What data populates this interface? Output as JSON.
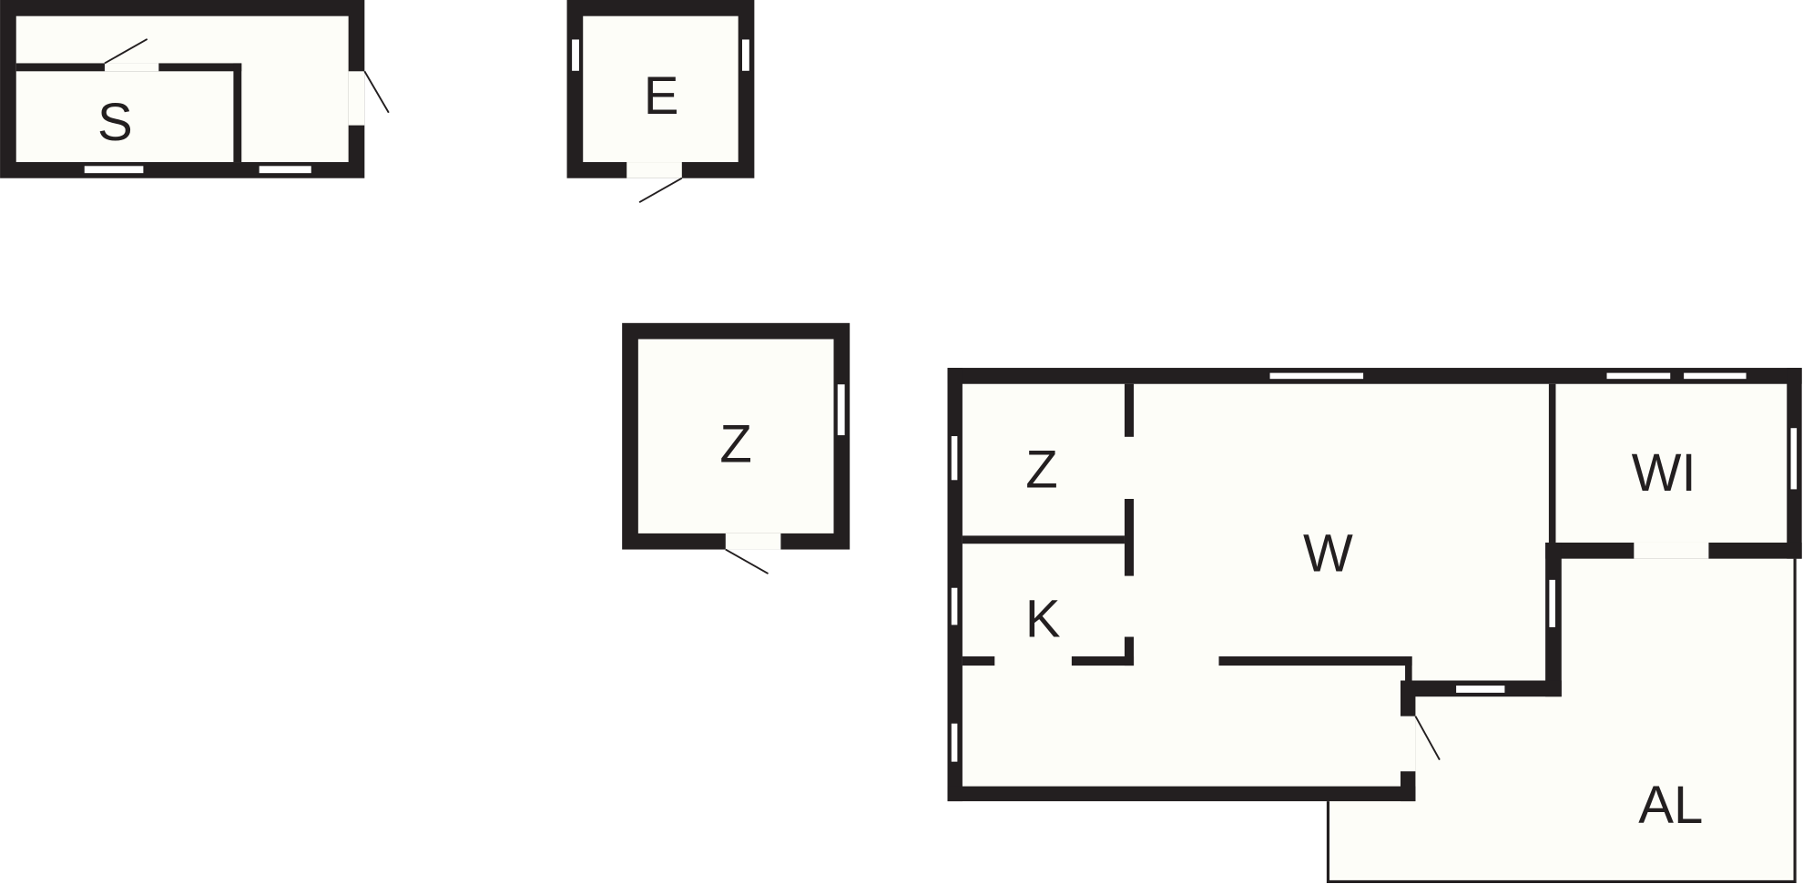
{
  "plan": {
    "colors": {
      "wall": "#231f20",
      "floor": "#fdfdf8",
      "background": "#ffffff"
    },
    "buildings": [
      {
        "id": "outbuilding-s",
        "rooms": [
          {
            "label": "S"
          }
        ]
      },
      {
        "id": "outbuilding-e",
        "rooms": [
          {
            "label": "E"
          }
        ]
      },
      {
        "id": "outbuilding-z",
        "rooms": [
          {
            "label": "Z"
          }
        ]
      },
      {
        "id": "main-house",
        "rooms": [
          {
            "label": "Z"
          },
          {
            "label": "W"
          },
          {
            "label": "K"
          },
          {
            "label": "WI"
          },
          {
            "label": "AL"
          }
        ]
      }
    ]
  }
}
